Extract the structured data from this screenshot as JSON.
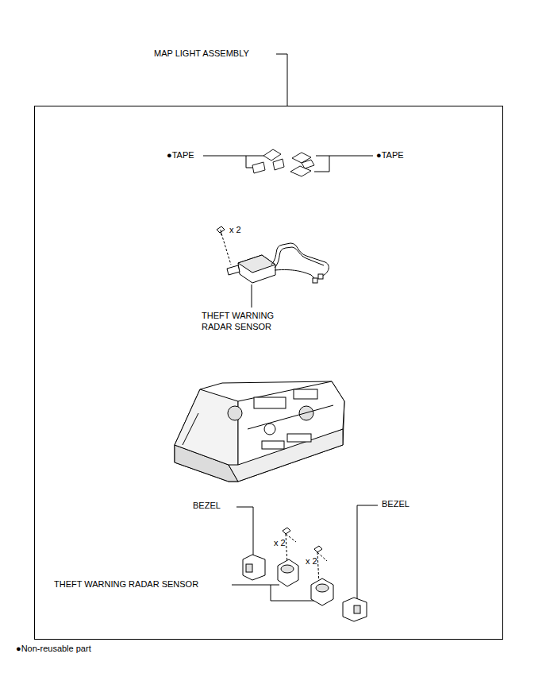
{
  "diagram": {
    "nodes": [
      {
        "text": [
          "MAP LIGHT ASSEMBLY"
        ]
      }
    ],
    "labels": [
      "●TAPE",
      "●TAPE",
      "x 2",
      "THEFT WARNING RADAR SENSOR",
      "BEZEL",
      "BEZEL",
      "x 2",
      "x 2",
      "THEFT WARNING RADAR SENSOR",
      "●Non-reusable part"
    ]
  }
}
